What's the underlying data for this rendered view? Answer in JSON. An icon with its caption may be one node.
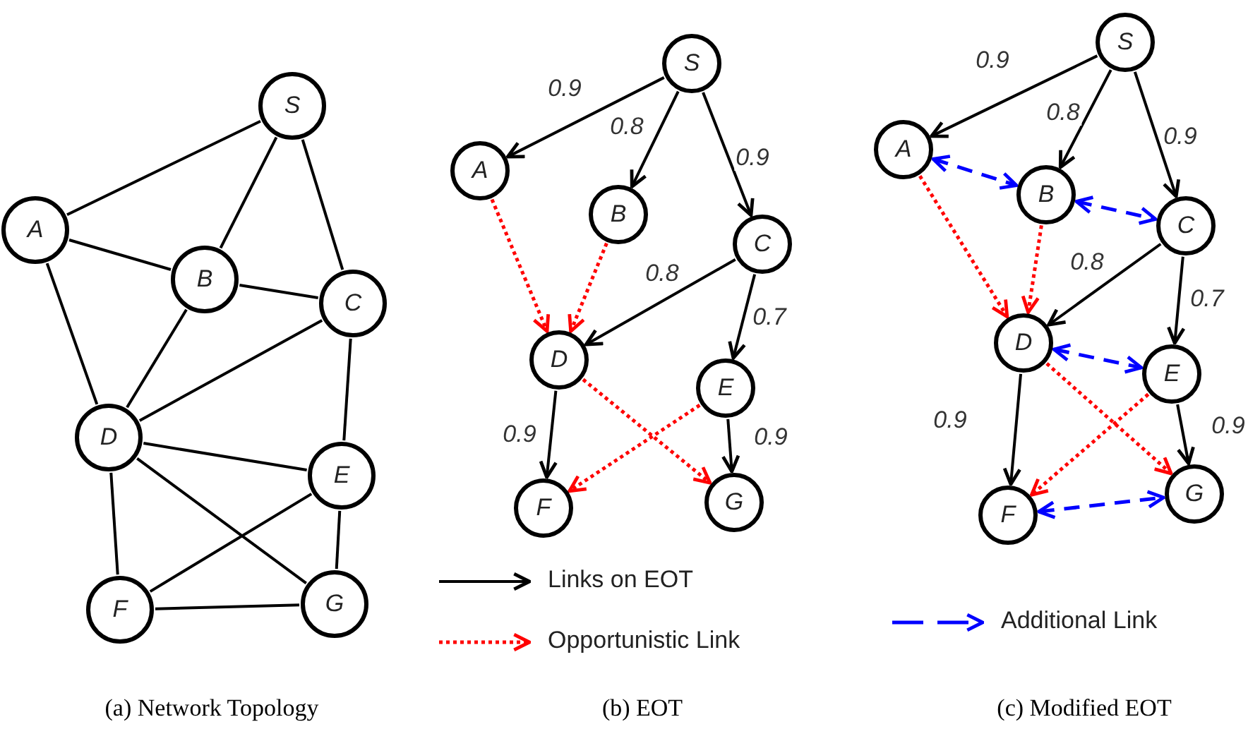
{
  "diagram": {
    "nodes": [
      {
        "text": [
          "S"
        ]
      },
      {
        "text": [
          "A"
        ]
      },
      {
        "text": [
          "B"
        ]
      },
      {
        "text": [
          "C"
        ]
      },
      {
        "text": [
          "D"
        ]
      },
      {
        "text": [
          "E"
        ]
      },
      {
        "text": [
          "F"
        ]
      },
      {
        "text": [
          "G"
        ]
      },
      {
        "text": [
          "S"
        ]
      },
      {
        "text": [
          "A"
        ]
      },
      {
        "text": [
          "B"
        ]
      },
      {
        "text": [
          "C"
        ]
      },
      {
        "text": [
          "D"
        ]
      },
      {
        "text": [
          "E"
        ]
      },
      {
        "text": [
          "F"
        ]
      },
      {
        "text": [
          "G"
        ]
      },
      {
        "text": [
          "S"
        ]
      },
      {
        "text": [
          "A"
        ]
      },
      {
        "text": [
          "B"
        ]
      },
      {
        "text": [
          "C"
        ]
      },
      {
        "text": [
          "D"
        ]
      },
      {
        "text": [
          "E"
        ]
      },
      {
        "text": [
          "F"
        ]
      },
      {
        "text": [
          "G"
        ]
      }
    ],
    "edges": [
      {
        "from": 0,
        "to": 1,
        "arrow": "none"
      },
      {
        "from": 0,
        "to": 2,
        "arrow": "none"
      },
      {
        "from": 0,
        "to": 3,
        "arrow": "none"
      },
      {
        "from": 1,
        "to": 2,
        "arrow": "none"
      },
      {
        "from": 1,
        "to": 4,
        "arrow": "none"
      },
      {
        "from": 2,
        "to": 3,
        "arrow": "none"
      },
      {
        "from": 2,
        "to": 4,
        "arrow": "none"
      },
      {
        "from": 3,
        "to": 4,
        "arrow": "none"
      },
      {
        "from": 3,
        "to": 5,
        "arrow": "none"
      },
      {
        "from": 4,
        "to": 5,
        "arrow": "none"
      },
      {
        "from": 4,
        "to": 6,
        "arrow": "none"
      },
      {
        "from": 4,
        "to": 7,
        "arrow": "none"
      },
      {
        "from": 5,
        "to": 6,
        "arrow": "none"
      },
      {
        "from": 5,
        "to": 7,
        "arrow": "none"
      },
      {
        "from": 6,
        "to": 7,
        "arrow": "none"
      },
      {
        "from": 8,
        "to": 9,
        "arrow": "to",
        "label": "0.9"
      },
      {
        "from": 8,
        "to": 10,
        "arrow": "to",
        "label": "0.8"
      },
      {
        "from": 8,
        "to": 11,
        "arrow": "to",
        "label": "0.9"
      },
      {
        "from": 11,
        "to": 12,
        "arrow": "to",
        "label": "0.8"
      },
      {
        "from": 11,
        "to": 13,
        "arrow": "to",
        "label": "0.7"
      },
      {
        "from": 12,
        "to": 14,
        "arrow": "to",
        "label": "0.9"
      },
      {
        "from": 13,
        "to": 15,
        "arrow": "to",
        "label": "0.9"
      },
      {
        "from": 9,
        "to": 12,
        "arrow": "to",
        "style": "dashed",
        "color": "#ff0000"
      },
      {
        "from": 10,
        "to": 12,
        "arrow": "to",
        "style": "dashed",
        "color": "#ff0000"
      },
      {
        "from": 12,
        "to": 15,
        "arrow": "to",
        "style": "dashed",
        "color": "#ff0000"
      },
      {
        "from": 13,
        "to": 14,
        "arrow": "to",
        "style": "dashed",
        "color": "#ff0000"
      },
      {
        "from": 16,
        "to": 17,
        "arrow": "to",
        "label": "0.9"
      },
      {
        "from": 16,
        "to": 18,
        "arrow": "to",
        "label": "0.8"
      },
      {
        "from": 16,
        "to": 19,
        "arrow": "to",
        "label": "0.9"
      },
      {
        "from": 19,
        "to": 20,
        "arrow": "to",
        "label": "0.8"
      },
      {
        "from": 19,
        "to": 21,
        "arrow": "to",
        "label": "0.7"
      },
      {
        "from": 20,
        "to": 22,
        "arrow": "to",
        "label": "0.9"
      },
      {
        "from": 21,
        "to": 23,
        "arrow": "to",
        "label": "0.9"
      },
      {
        "from": 17,
        "to": 20,
        "arrow": "to",
        "style": "dashed",
        "color": "#ff0000"
      },
      {
        "from": 18,
        "to": 20,
        "arrow": "to",
        "style": "dashed",
        "color": "#ff0000"
      },
      {
        "from": 20,
        "to": 23,
        "arrow": "to",
        "style": "dashed",
        "color": "#ff0000"
      },
      {
        "from": 21,
        "to": 22,
        "arrow": "to",
        "style": "dashed",
        "color": "#ff0000"
      },
      {
        "from": 17,
        "to": 18,
        "arrow": "both",
        "style": "dashed",
        "color": "#0000ff"
      },
      {
        "from": 18,
        "to": 19,
        "arrow": "both",
        "style": "dashed",
        "color": "#0000ff"
      },
      {
        "from": 20,
        "to": 21,
        "arrow": "both",
        "style": "dashed",
        "color": "#0000ff"
      },
      {
        "from": 22,
        "to": 23,
        "arrow": "both",
        "style": "dashed",
        "color": "#0000ff"
      }
    ],
    "labels": [
      "(a) Network Topology",
      "(b) EOT",
      "(c) Modified EOT"
    ],
    "legend": [
      {
        "text": "Links on EOT"
      },
      {
        "text": "Opportunistic Link"
      },
      {
        "text": "Additional Link"
      }
    ]
  }
}
